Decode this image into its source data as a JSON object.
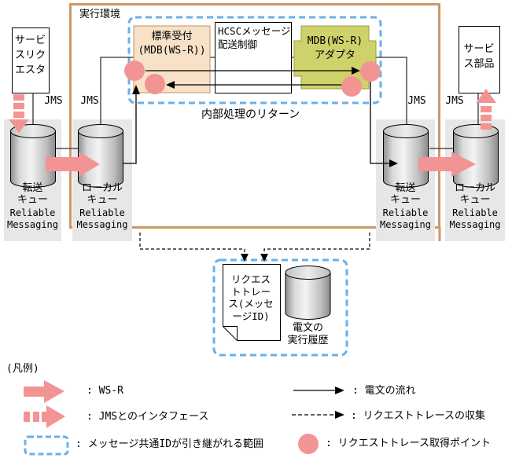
{
  "diagram": {
    "environment_label": "実行環境",
    "service_requester": "サービ\nスリク\nエスタ",
    "service_parts": "サービ\nス部品",
    "jms": "JMS",
    "standard_reception": "標準受付\n(MDB(WS-R))",
    "hcsc_control": "HCSCメッセージ\n配送制御",
    "mdb_adapter": "MDB(WS-R)\nアダプタ",
    "internal_return": "内部処理のリターン",
    "transfer_queue": "転送\nキュー",
    "local_queue": "ローカル\nキュー",
    "reliable_messaging": "Reliable\nMessaging",
    "request_trace": "リクエス\nトトレー\nス(メッセ\nージID)",
    "execution_history": "電文の\n実行履歴"
  },
  "legend": {
    "title": "(凡例)",
    "items": [
      {
        "marker": "pink-solid-arrow",
        "label": ": WS-R"
      },
      {
        "marker": "pink-dashed-arrow",
        "label": ": JMSとのインタフェース"
      },
      {
        "marker": "blue-dashed-box",
        "label": ": メッセージ共通IDが引き継がれる範囲"
      },
      {
        "marker": "black-solid-arrow",
        "label": ": 電文の流れ"
      },
      {
        "marker": "black-dashed-arrow",
        "label": ": リクエストトレースの収集"
      },
      {
        "marker": "pink-circle",
        "label": ": リクエストトレース取得ポイント"
      }
    ]
  },
  "colors": {
    "pink": "#f39494",
    "blue_dash": "#67b0ea",
    "brown_border": "#cc9966",
    "green_box": "#cfd16b",
    "tan_box": "#f7e1c7",
    "panel_gray": "#e7e7e7"
  }
}
